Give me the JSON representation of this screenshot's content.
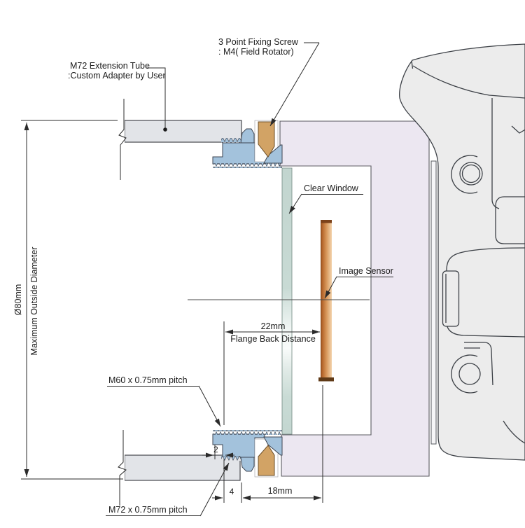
{
  "labels": {
    "extension_tube_line1": "M72 Extension Tube",
    "extension_tube_line2": ":Custom Adapter by User",
    "fixing_screw_line1": "3 Point Fixing Screw",
    "fixing_screw_line2": ": M4( Field Rotator)",
    "clear_window": "Clear Window",
    "image_sensor": "Image Sensor",
    "m60_pitch": "M60 x 0.75mm pitch",
    "m72_pitch": "M72 x 0.75mm pitch",
    "diameter": "Ø80mm",
    "max_outside_diameter": "Maximum Outside Diameter"
  },
  "dimensions": {
    "flange_back_value": "22mm",
    "flange_back_label": "Flange Back Distance",
    "thread_engagement": "2",
    "gap": "4",
    "sensor_depth": "18mm"
  },
  "colors": {
    "ring_blue": "#a3c2dc",
    "screw_tan": "#d2a365",
    "housing_lavender": "#ece7f1",
    "tube_gray": "#e2e4e8",
    "camera_gray": "#ececec",
    "mount_gray": "#f6f6f8",
    "line_dark": "#2b2b2b"
  }
}
